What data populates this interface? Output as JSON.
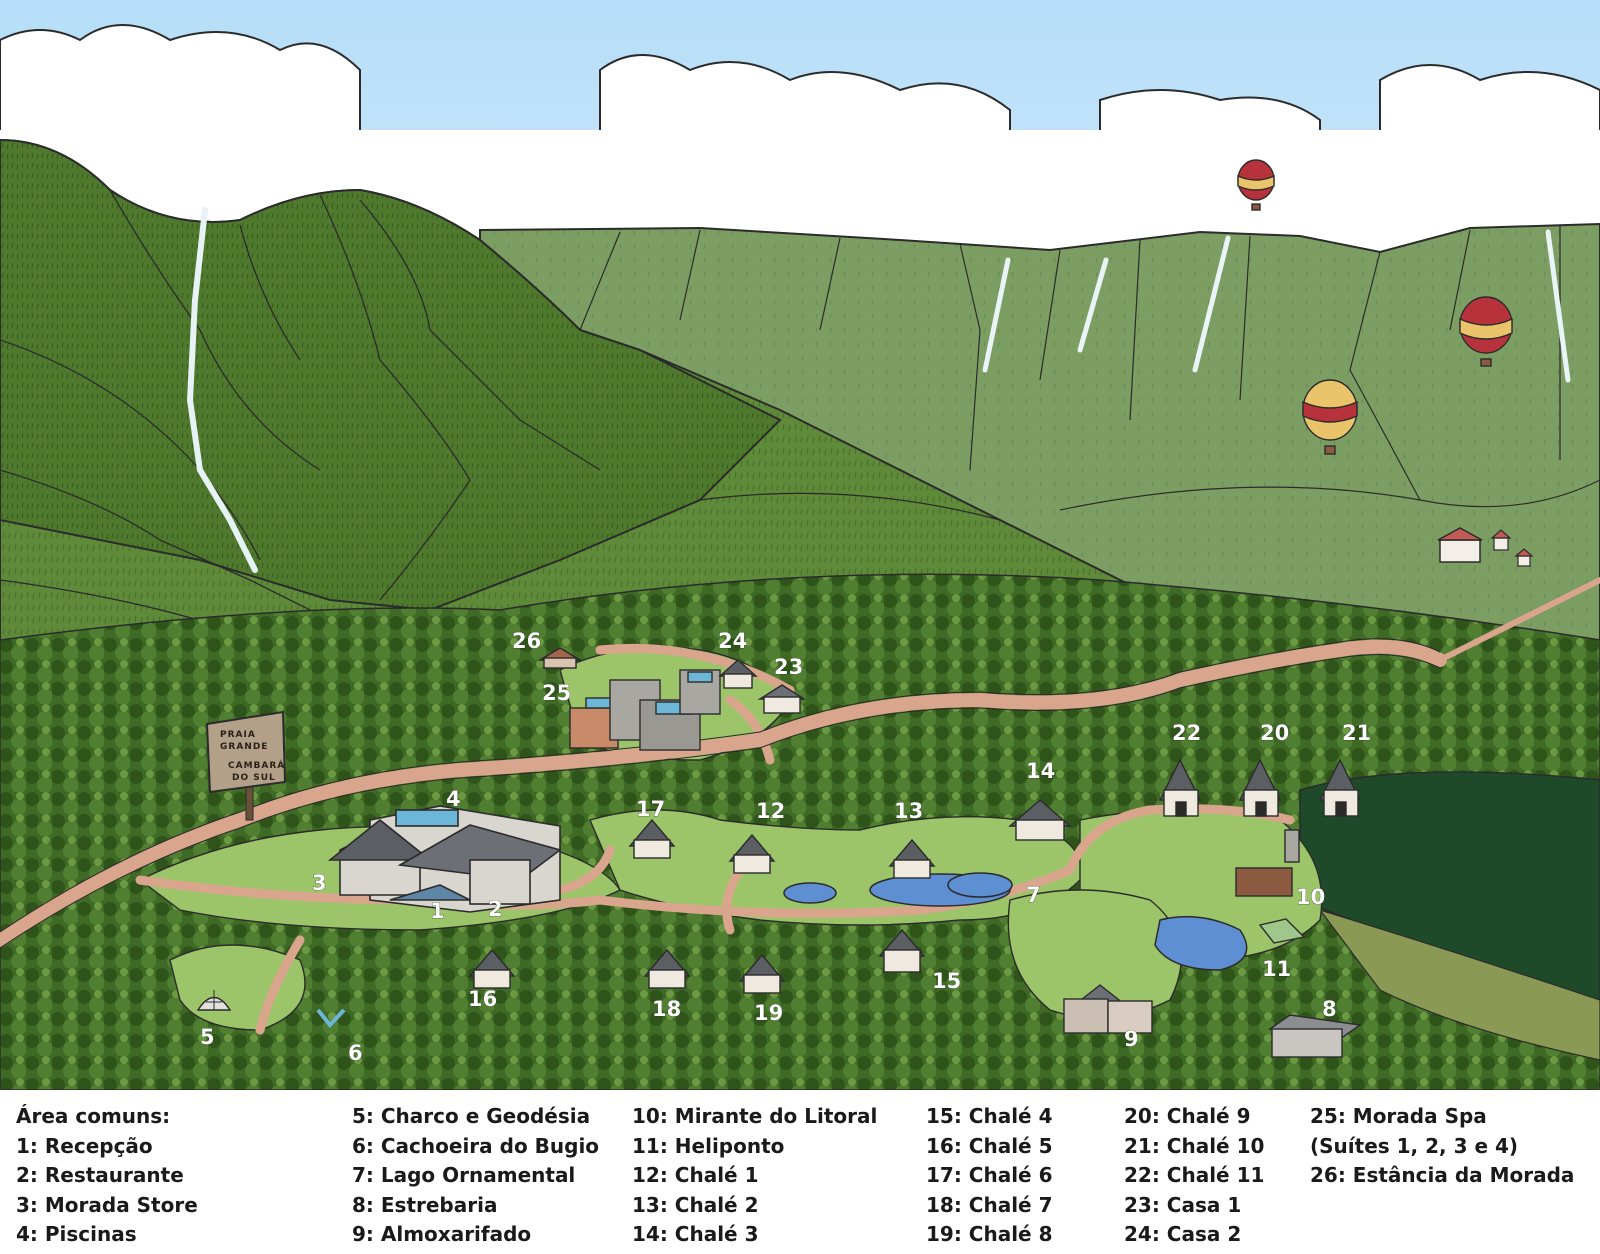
{
  "sign": {
    "line1": "PRAIA",
    "line2": "GRANDE",
    "line3": "CAMBARÁ",
    "line4": "DO SUL"
  },
  "colors": {
    "sky": "#b6def8",
    "cloud": "#ffffff",
    "mountain_dark": "#4f7a2e",
    "mountain_mid": "#5f8a3a",
    "mountain_far": "#7e9f64",
    "forest": "#3e6524",
    "lawn": "#9cc56a",
    "path": "#d9a58c",
    "water": "#5f8fd3",
    "balloon_red": "#b8323b",
    "balloon_yellow": "#e9c46a"
  },
  "map_labels": {
    "l1": "1",
    "l2": "2",
    "l3": "3",
    "l4": "4",
    "l5": "5",
    "l6": "6",
    "l7": "7",
    "l8": "8",
    "l9": "9",
    "l10": "10",
    "l11": "11",
    "l12": "12",
    "l13": "13",
    "l14": "14",
    "l15": "15",
    "l16": "16",
    "l17": "17",
    "l18": "18",
    "l19": "19",
    "l20": "20",
    "l21": "21",
    "l22": "22",
    "l23": "23",
    "l24": "24",
    "l25": "25",
    "l26": "26"
  },
  "legend": {
    "col1": [
      "Área comuns:",
      "1: Recepção",
      "2: Restaurante",
      "3: Morada Store",
      "4: Piscinas"
    ],
    "col2": [
      "5:  Charco  e  Geodésia",
      "6: Cachoeira do Bugio",
      "7: Lago Ornamental",
      "8: Estrebaria",
      "9: Almoxarifado"
    ],
    "col3": [
      "10: Mirante do Litoral",
      "11: Heliponto",
      "12: Chalé 1",
      "13: Chalé 2",
      "14: Chalé 3"
    ],
    "col4": [
      "15: Chalé 4",
      "16: Chalé 5",
      "17: Chalé 6",
      "18: Chalé 7",
      "19: Chalé 8"
    ],
    "col5": [
      "20: Chalé 9",
      "21: Chalé 10",
      "22: Chalé 11",
      "23: Casa 1",
      "24: Casa 2"
    ],
    "col6": [
      "25:  Morada Spa",
      "(Suítes 1, 2, 3 e 4)",
      "26: Estância da Morada"
    ]
  }
}
